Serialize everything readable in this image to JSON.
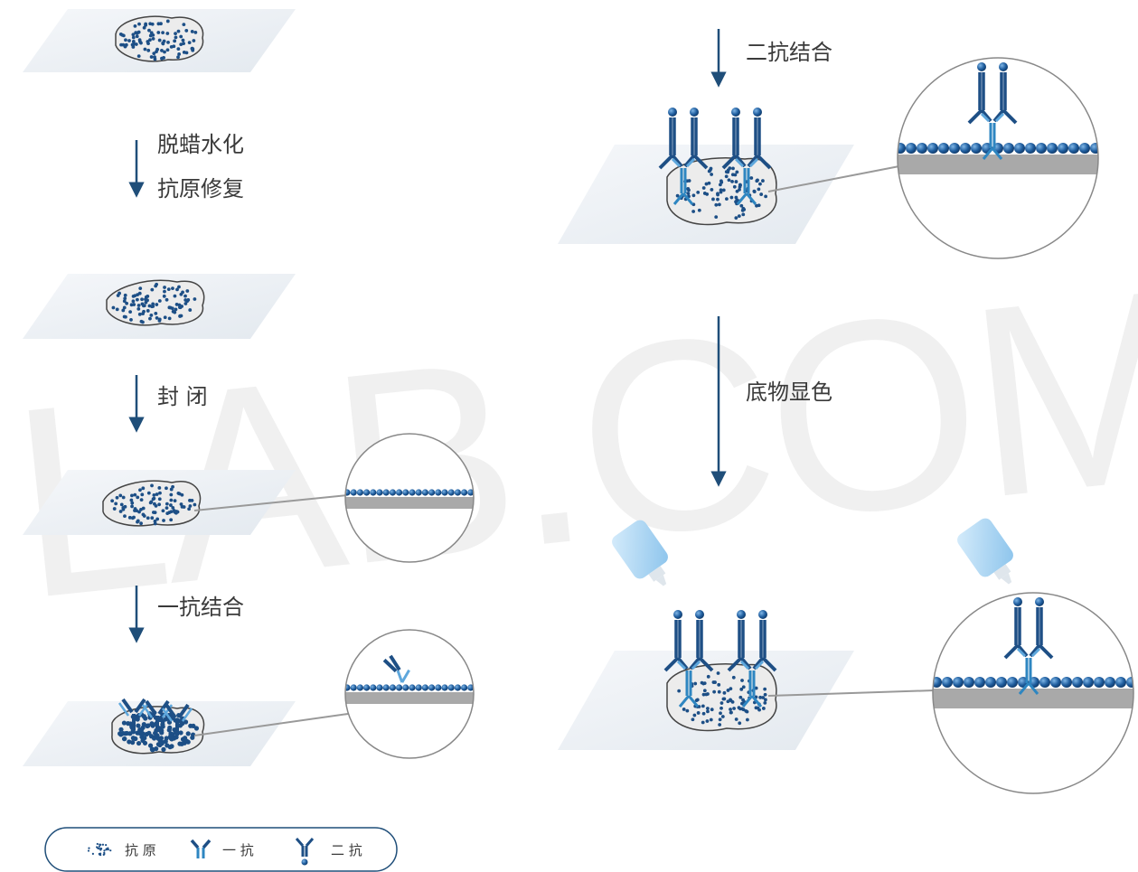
{
  "steps": {
    "dewax": "脱蜡水化",
    "retrieval": "抗原修复",
    "block": "封 闭",
    "primary": "一抗结合",
    "secondary": "二抗结合",
    "substrate": "底物显色"
  },
  "legend": {
    "antigen": "抗 原",
    "primary": "一 抗",
    "secondary": "二 抗"
  },
  "watermark": "LAB.COM",
  "colors": {
    "arrow": "#1f4e79",
    "antigen_dot": "#1d4f86",
    "primary_antibody": "#1e4f85",
    "secondary_antibody": "#2e86c1",
    "slide": "#eef2f6",
    "zoom_base": "#a9a9a9"
  }
}
